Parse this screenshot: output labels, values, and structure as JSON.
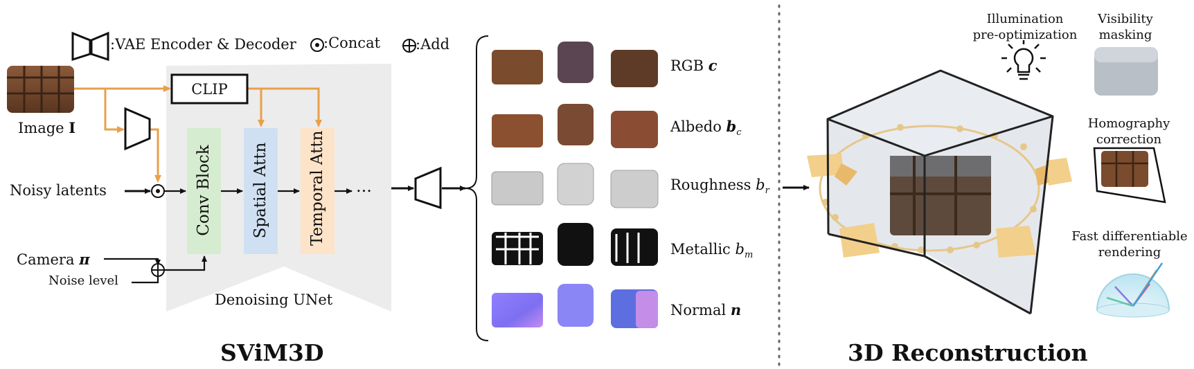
{
  "legend": {
    "vae": ":VAE Encoder & Decoder",
    "concat": ":Concat",
    "add": ":Add"
  },
  "inputs": {
    "image_label": "Image",
    "image_symbol": "I",
    "noisy": "Noisy latents",
    "camera": "Camera",
    "camera_symbol": "π",
    "noise_level": "Noise level"
  },
  "network": {
    "clip": "CLIP",
    "conv": "Conv Block",
    "spatial": "Spatial Attn",
    "temporal": "Temporal Attn",
    "ellipsis": "...",
    "unet": "Denoising UNet"
  },
  "outputs": [
    {
      "name": "RGB",
      "symbol": "c",
      "sub": ""
    },
    {
      "name": "Albedo",
      "symbol": "b",
      "sub": "c"
    },
    {
      "name": "Roughness",
      "symbol": "b",
      "sub": "r"
    },
    {
      "name": "Metallic",
      "symbol": "b",
      "sub": "m"
    },
    {
      "name": "Normal",
      "symbol": "n",
      "sub": ""
    }
  ],
  "reconstruction": {
    "illumination": [
      "Illumination",
      "pre-optimization"
    ],
    "visibility": [
      "Visibility",
      "masking"
    ],
    "homography": [
      "Homography",
      "correction"
    ],
    "rendering": [
      "Fast differentiable",
      "rendering"
    ]
  },
  "titles": {
    "left": "SViM3D",
    "right": "3D Reconstruction"
  },
  "colors": {
    "orange": "#e8a04a",
    "conv": "#d6ecd0",
    "spatial": "#cfe0f2",
    "temporal": "#fde3c8",
    "unet": "#ececec"
  }
}
